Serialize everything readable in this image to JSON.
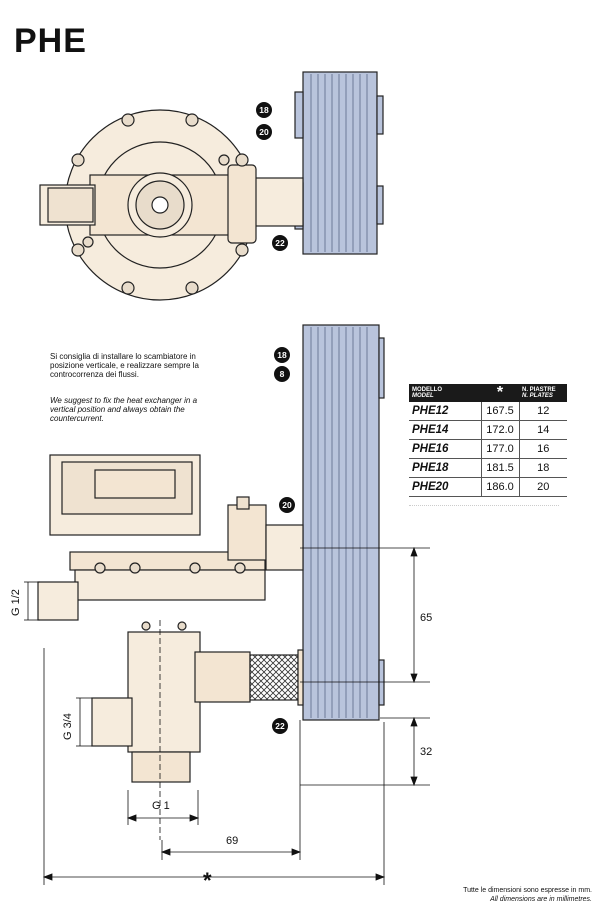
{
  "title": "PHE",
  "callouts": {
    "top_18": "18",
    "top_20": "20",
    "top_22": "22",
    "side_18": "18",
    "side_8": "8",
    "side_20": "20",
    "side_22": "22"
  },
  "notes": {
    "italian": "Si consiglia di installare lo scambiatore in posizione verticale, e realizzare sempre la controcorrenza dei flussi.",
    "english": "We suggest to fix the heat exchanger in a vertical position and always obtain the countercurrent."
  },
  "table": {
    "headers": {
      "model_it": "MODELLO",
      "model_en": "MODEL",
      "star": "*",
      "plates_it": "N. PIASTRE",
      "plates_en": "N. PLATES"
    },
    "rows": [
      {
        "model": "PHE12",
        "dimension": "167.5",
        "plates": "12"
      },
      {
        "model": "PHE14",
        "dimension": "172.0",
        "plates": "14"
      },
      {
        "model": "PHE16",
        "dimension": "177.0",
        "plates": "16"
      },
      {
        "model": "PHE18",
        "dimension": "181.5",
        "plates": "18"
      },
      {
        "model": "PHE20",
        "dimension": "186.0",
        "plates": "20"
      }
    ]
  },
  "dimensions": {
    "g_half": "G 1/2",
    "g_three_quarter": "G 3/4",
    "g_one": "G 1",
    "d_65": "65",
    "d_32": "32",
    "d_69": "69",
    "star": "*"
  },
  "footnote": {
    "italian": "Tutte le dimensioni sono espresse in mm.",
    "english": "All dimensions are in millimetres."
  }
}
